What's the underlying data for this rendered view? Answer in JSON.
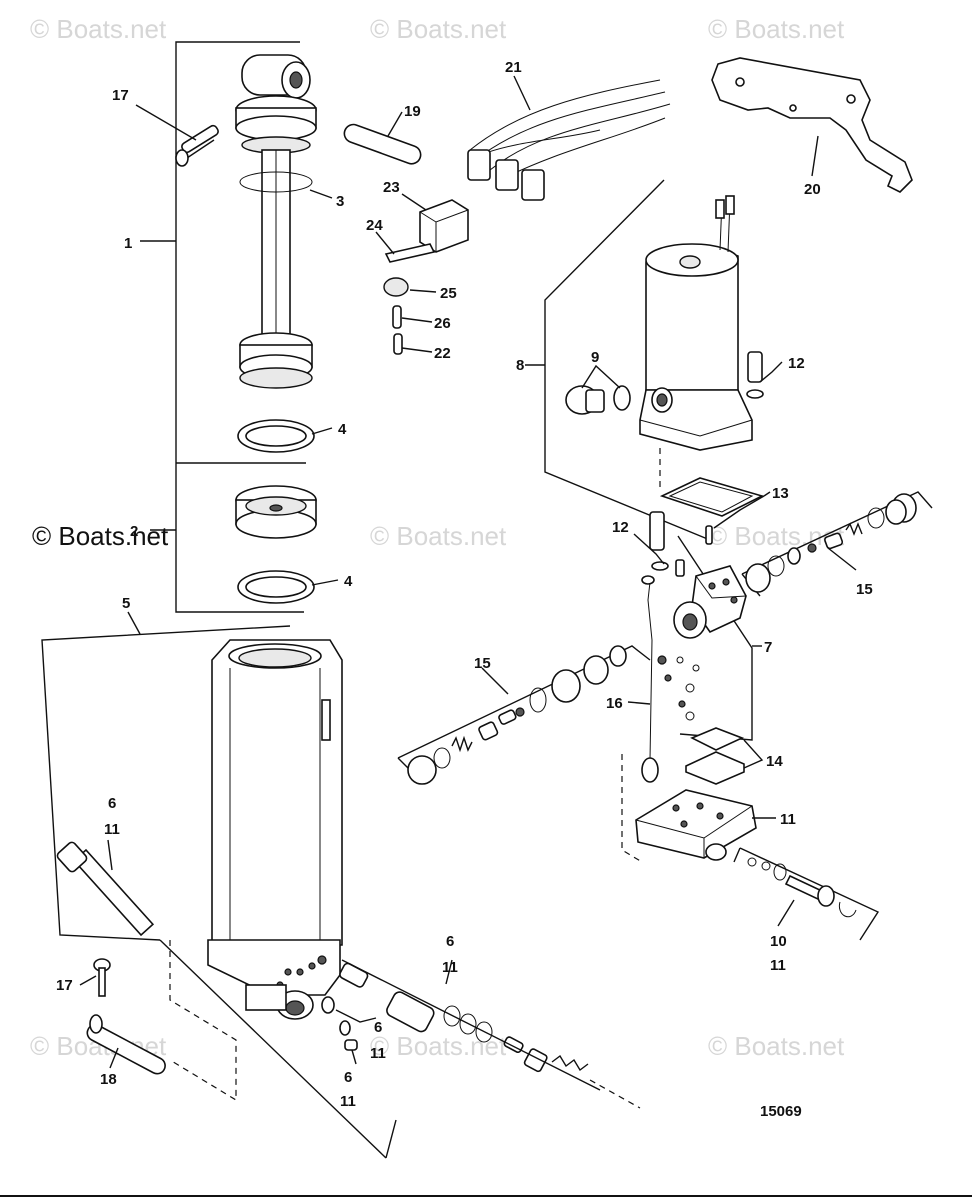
{
  "diagram": {
    "watermark": "© Boats.net",
    "figure_number": "15069",
    "callouts": {
      "c1": "1",
      "c2": "2",
      "c3": "3",
      "c4a": "4",
      "c4b": "4",
      "c5": "5",
      "c6a": "6",
      "c11a": "11",
      "c6b": "6",
      "c11b": "11",
      "c6c": "6",
      "c11c": "11",
      "c6d": "6",
      "c11d": "11",
      "c7": "7",
      "c8": "8",
      "c9": "9",
      "c10": "10",
      "c11e": "11",
      "c11f": "11",
      "c12a": "12",
      "c12b": "12",
      "c13": "13",
      "c14": "14",
      "c15a": "15",
      "c15b": "15",
      "c16": "16",
      "c17a": "17",
      "c17b": "17",
      "c18": "18",
      "c19": "19",
      "c20": "20",
      "c21": "21",
      "c22": "22",
      "c23": "23",
      "c24": "24",
      "c25": "25",
      "c26": "26"
    }
  }
}
